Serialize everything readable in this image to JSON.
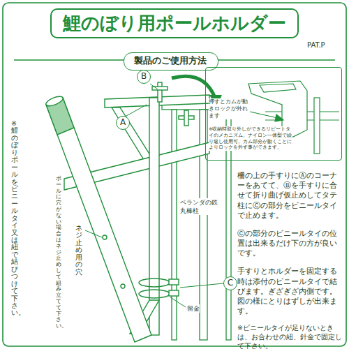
{
  "diagram": {
    "title": "鯉のぼり用ポールホルダー",
    "nodes": [
      {
        "text": [
          "製品のご使用方法"
        ]
      },
      {
        "text": [
          "A"
        ]
      },
      {
        "text": [
          "B"
        ]
      },
      {
        "text": [
          "C"
        ]
      },
      {
        "text": [
          "押すとカムが動きロックが外れます",
          "※収納時取り外しができるリピートタイのメカニズム。ナイロン一体型で繰り返し使用可。カム部分が動くことによりロックを外す事ができます。"
        ]
      }
    ],
    "labels": [
      "PAT.P",
      "※鯉のぼりポールをビニールタイ又は紐で結びつけて下さい。",
      "柵の上の手すりにⒶのコーナーをあてて、Ⓑを手すりに合せて折り曲げ仮止めしてタテ柱にⒸの部分をビニールタイで止めます。",
      "Ⓒの部分のビニールタイの位置は出来るだけ下の方が良いです。",
      "手すりとホルダーを固定する時は添付のビニールタイで結びます。ぎざぎざ内側です。図の様にとりはずしが出来ます。",
      "※ビニールタイが足りないときは、お合わせの紐、針金で固定して下さい。",
      "ベランダの鉄丸棒柱",
      "留金",
      "ネジ止め用の穴",
      "ポールに穴がない場合はネジ止めして組み立てて下さい。"
    ]
  }
}
